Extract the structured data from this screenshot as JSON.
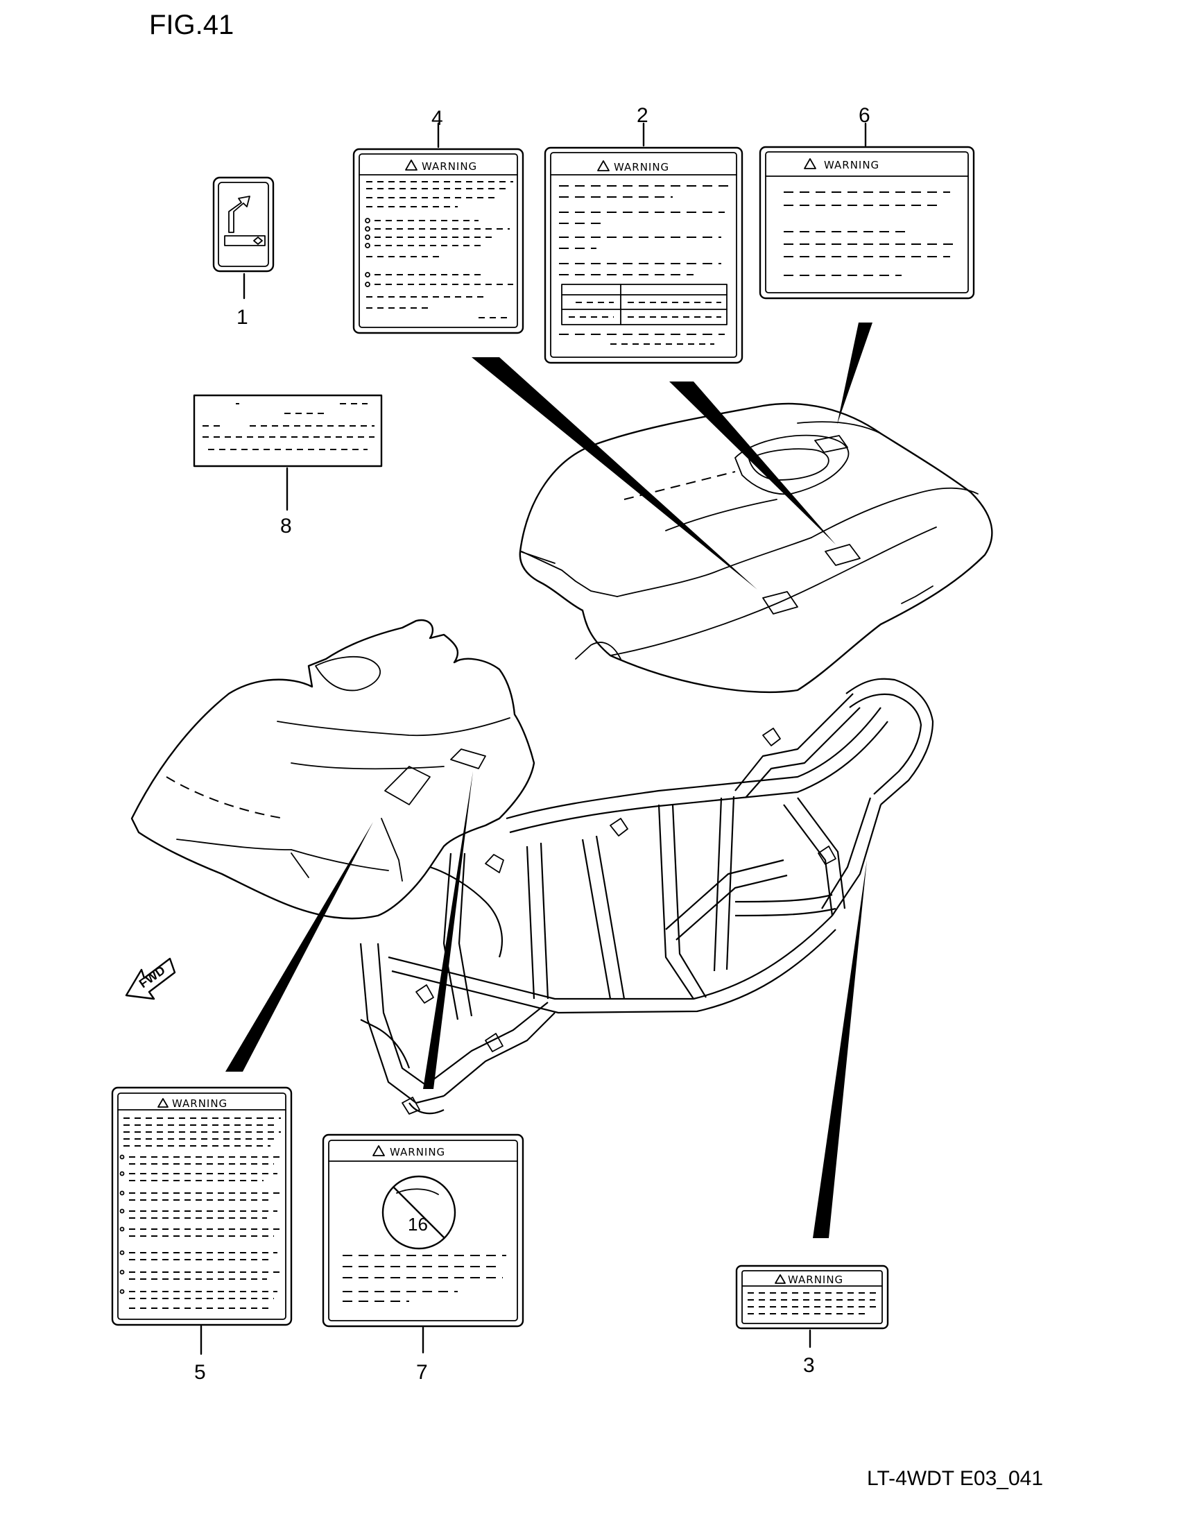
{
  "figure": {
    "title": "FIG.41",
    "code": "LT-4WDT E03_041"
  },
  "labels": [
    {
      "id": "1",
      "text": "1"
    },
    {
      "id": "2",
      "text": "2",
      "header": "WARNING"
    },
    {
      "id": "3",
      "text": "3",
      "header": "WARNING"
    },
    {
      "id": "4",
      "text": "4",
      "header": "WARNING"
    },
    {
      "id": "5",
      "text": "5",
      "header": "WARNING"
    },
    {
      "id": "6",
      "text": "6",
      "header": "WARNING"
    },
    {
      "id": "7",
      "text": "7",
      "header": "WARNING",
      "badge": "16"
    },
    {
      "id": "8",
      "text": "8"
    }
  ],
  "fwd_arrow": {
    "text": "FWD"
  },
  "colors": {
    "line": "#000000",
    "background": "#ffffff"
  }
}
